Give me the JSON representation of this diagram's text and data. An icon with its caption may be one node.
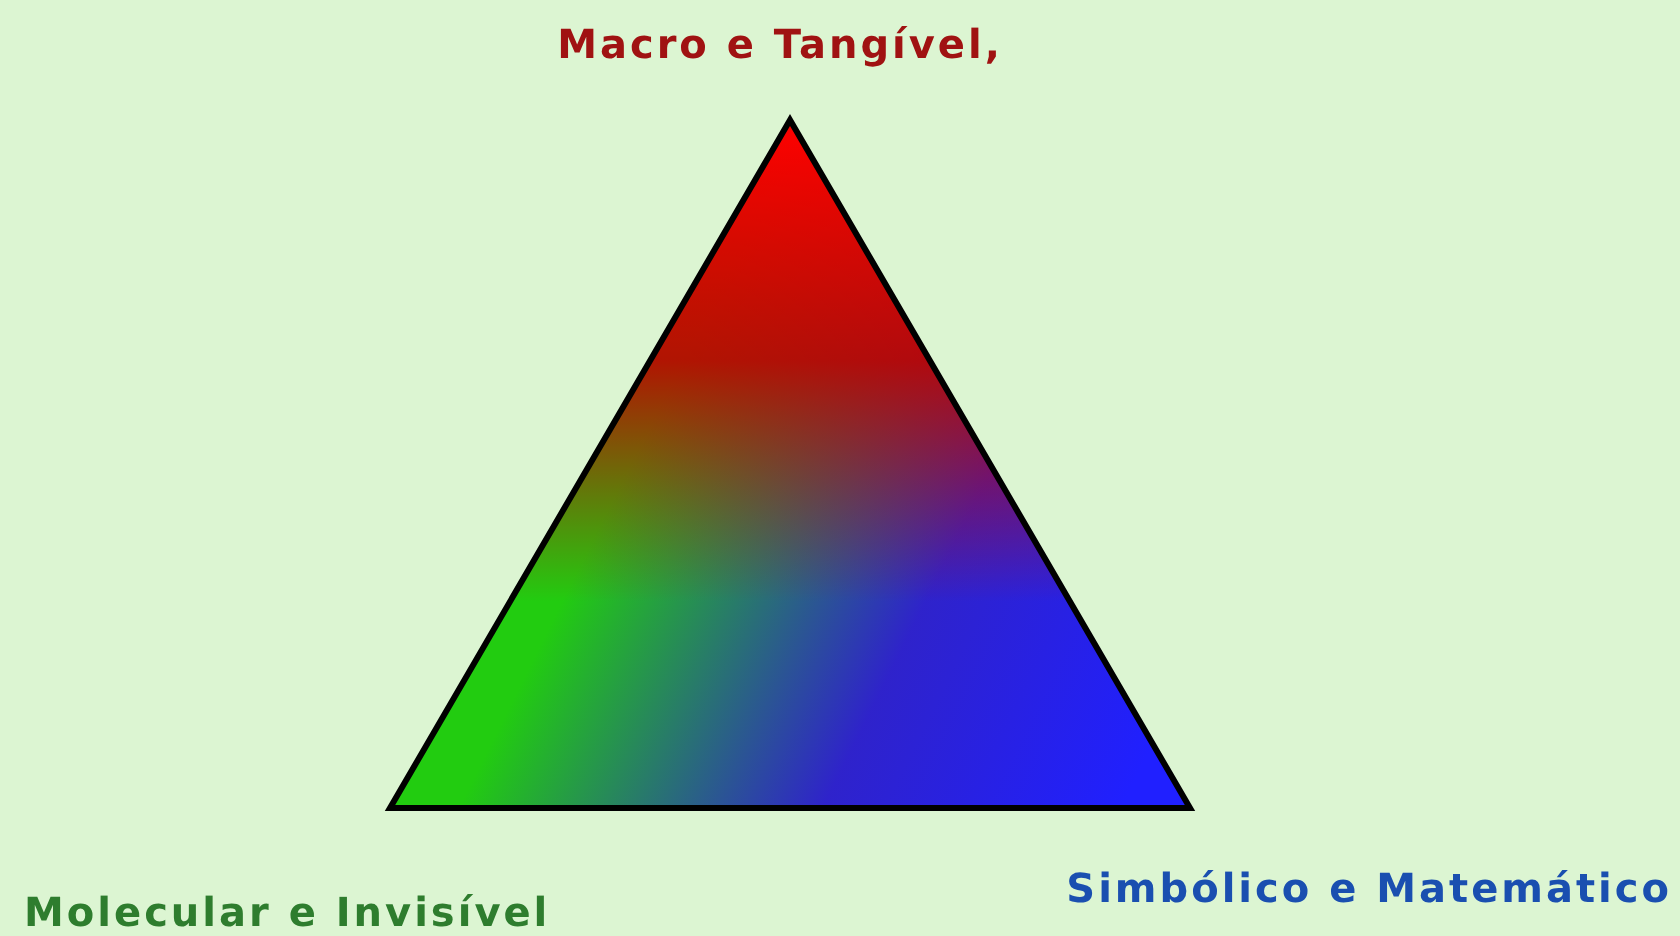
{
  "diagram": {
    "labels": [
      "Macro e Tangível,",
      "Molecular e Invisível",
      "Simbólico e Matemático"
    ]
  }
}
